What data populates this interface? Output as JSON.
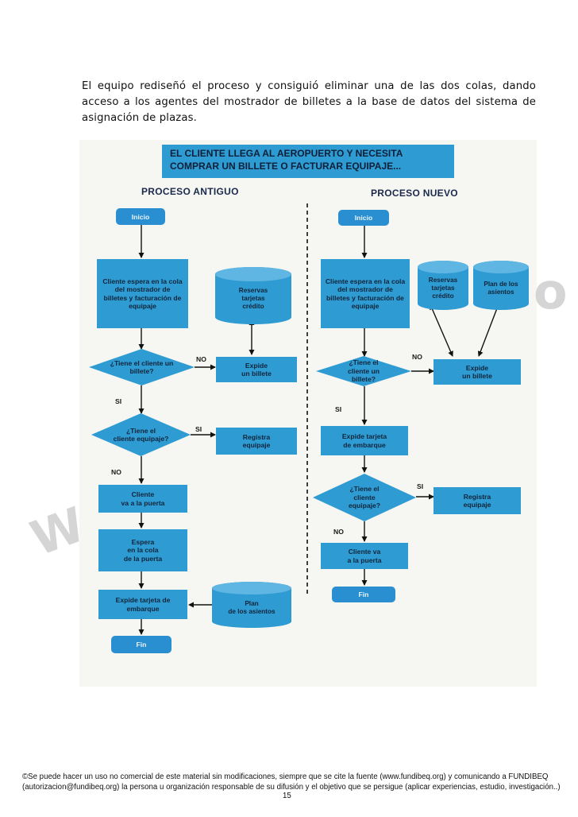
{
  "intro_text": "El equipo rediseñó el proceso  y consiguió eliminar una de las dos colas, dando acceso a los agentes del mostrador de billetes a la base de datos del sistema de asignación de plazas.",
  "watermark": {
    "left": "W",
    "right": "o"
  },
  "flowchart": {
    "banner": "EL CLIENTE LLEGA AL AEROPUERTO Y NECESITA\nCOMPRAR UN BILLETE O FACTURAR EQUIPAJE...",
    "old_process": {
      "title": "PROCESO ANTIGUO",
      "start": "Inicio",
      "queue": "Cliente espera en la cola\ndel mostrador de\nbilletes y facturación de\nequipaje",
      "db_reservas": "Reservas\ntarjetas\ncrédito",
      "q_ticket": "¿Tiene el cliente un\nbillete?",
      "issue_ticket": "Expide\nun billete",
      "q_luggage": "¿Tiene el\ncliente equipaje?",
      "register_luggage": "Registra\nequipaje",
      "to_gate": "Cliente\nva a la puerta",
      "wait_gate": "Espera\nen la cola\nde la puerta",
      "boarding_card": "Expide tarjeta de\nembarque",
      "db_seats": "Plan\nde los asientos",
      "end": "Fin",
      "label_no_1": "NO",
      "label_si_1": "SI",
      "label_si_2": "SI",
      "label_no_2": "NO"
    },
    "new_process": {
      "title": "PROCESO NUEVO",
      "start": "Inicio",
      "queue": "Cliente espera en la cola\ndel mostrador de\nbilletes y facturación de\nequipaje",
      "db_reservas": "Reservas\ntarjetas\ncrédito",
      "db_seats": "Plan de los\nasientos",
      "q_ticket": "¿Tiene el\ncliente un\nbillete?",
      "issue_ticket": "Expide\nun billete",
      "boarding_card": "Expide tarjeta\nde embarque",
      "q_luggage": "¿Tiene el\ncliente\nequipaje?",
      "register_luggage": "Registra\nequipaje",
      "to_gate": "Cliente va\na la puerta",
      "end": "Fin",
      "label_no_1": "NO",
      "label_si_1": "SI",
      "label_si_2": "SI",
      "label_no_2": "NO"
    }
  },
  "footer": {
    "line1": "©Se puede hacer un uso no comercial de este material sin modificaciones, siempre que se cite la fuente (www.fundibeq.org) y comunicando a FUNDIBEQ",
    "line2": "(autorizacion@fundibeq.org) la persona u organización responsable de su difusión y el objetivo que se persigue (aplicar experiencias, estudio, investigación..)",
    "page_number": "15"
  },
  "colors": {
    "box": "#2e9bd3",
    "pill": "#2a8fd0",
    "background": "#f6f6f3"
  }
}
